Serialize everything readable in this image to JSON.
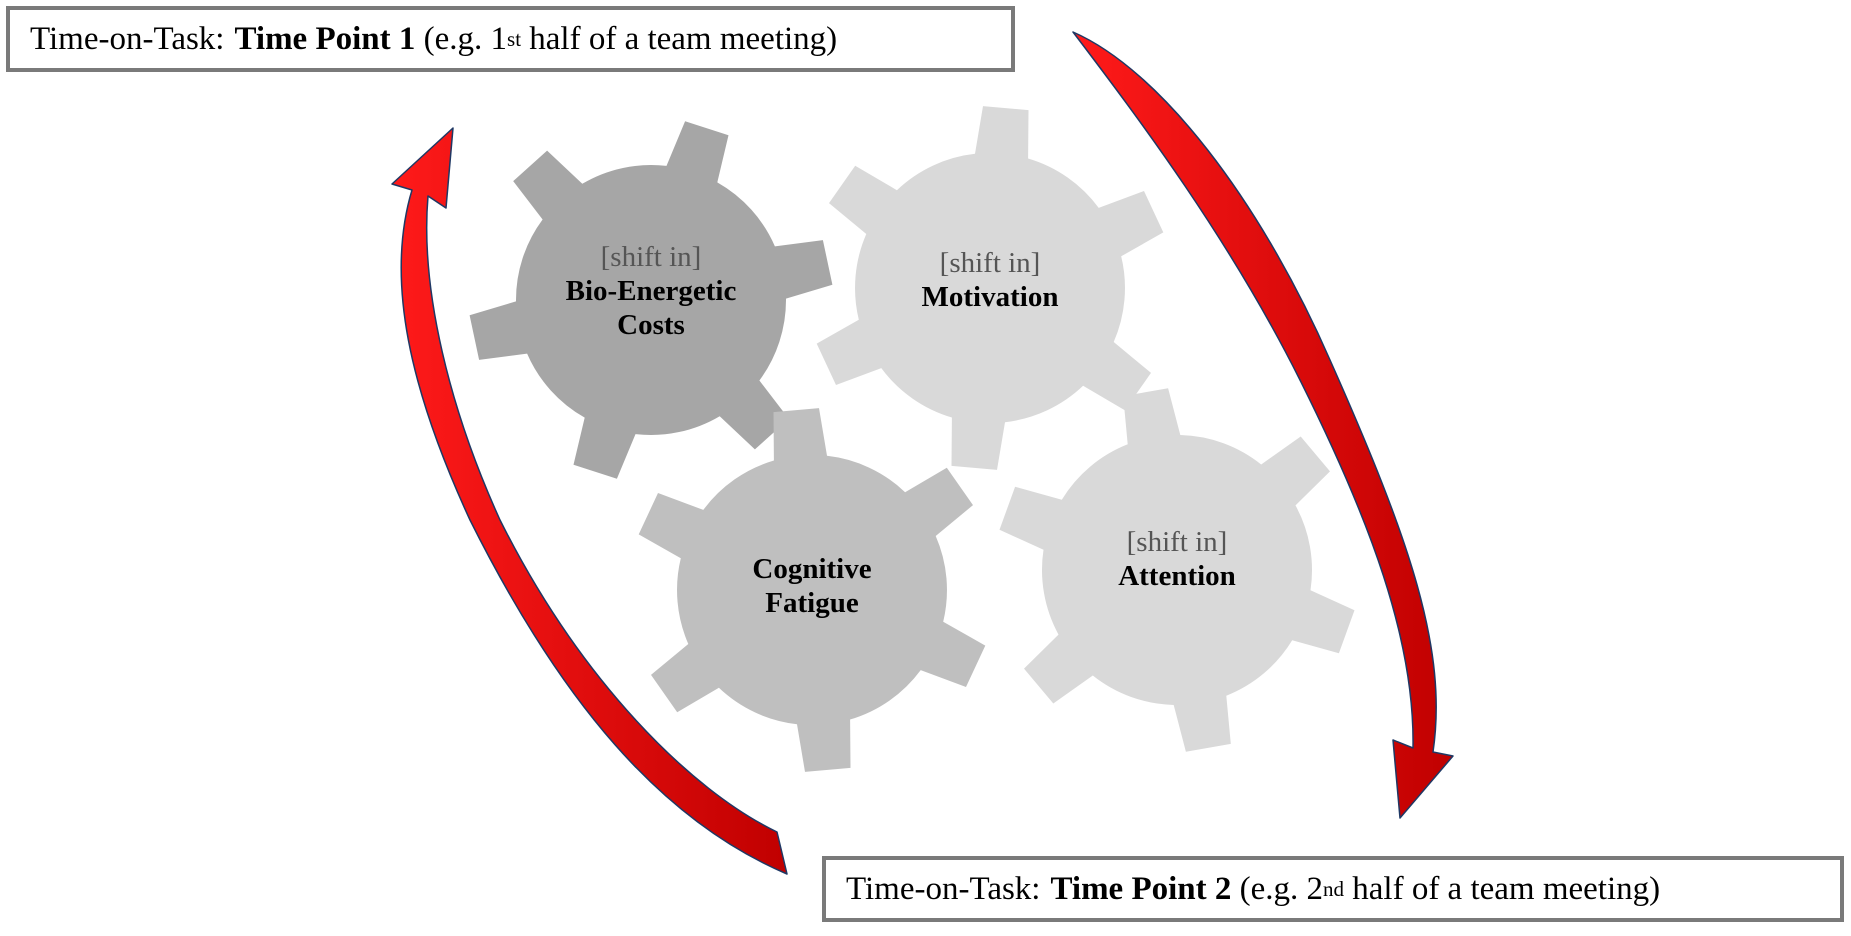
{
  "time_point_1": {
    "prefix": "Time-on-Task:",
    "bold": "Time Point 1",
    "paren_open": "(e.g. 1",
    "sup": "st",
    "paren_close": "half of a team meeting)"
  },
  "time_point_2": {
    "prefix": "Time-on-Task:",
    "bold": "Time Point 2",
    "paren_open": "(e.g. 2",
    "sup": "nd",
    "paren_close": "half of a team meeting)"
  },
  "gears": {
    "bio": {
      "shift": "[shift in]",
      "line1": "Bio-Energetic",
      "line2": "Costs",
      "color": "#a6a6a6"
    },
    "motivation": {
      "shift": "[shift in]",
      "line1": "Motivation",
      "color": "#d9d9d9"
    },
    "cognitive": {
      "line1": "Cognitive",
      "line2": "Fatigue",
      "color": "#bfbfbf"
    },
    "attention": {
      "shift": "[shift in]",
      "line1": "Attention",
      "color": "#d9d9d9"
    }
  },
  "colors": {
    "arrow_red": "#ff0000",
    "arrow_dark": "#c00000",
    "arrow_edge": "#1f3864",
    "box_border": "#7a7a7a"
  },
  "icons": {
    "cycle_arrows": "curved-arrow-icon",
    "gears": "gear-icon"
  }
}
